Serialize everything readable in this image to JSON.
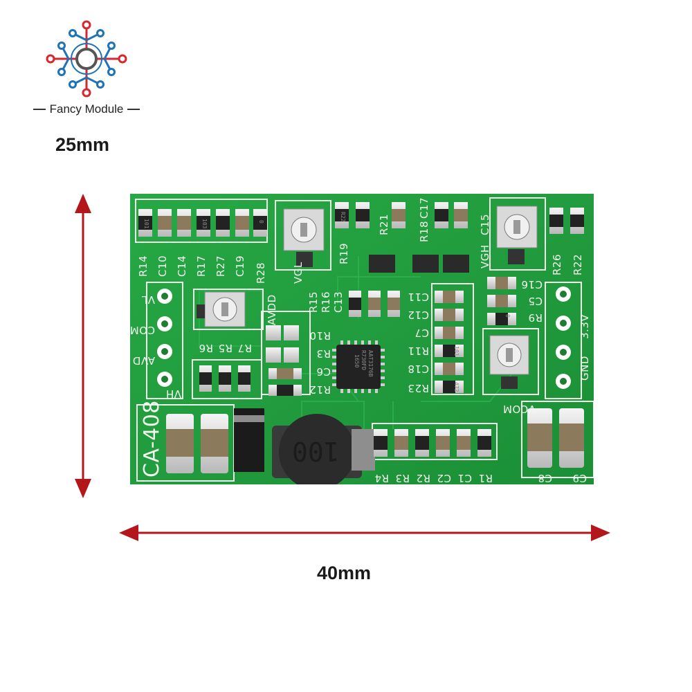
{
  "brand": {
    "name": "Fancy Module",
    "logo_icon": "circuit-node-logo-icon",
    "colors": {
      "red": "#d7262d",
      "blue": "#1e73b8"
    }
  },
  "dimensions": {
    "height_label": "25mm",
    "width_label": "40mm",
    "arrow_color": "#b3161b"
  },
  "board": {
    "id": "CA-408",
    "color": "#1f9a3b",
    "inductor_marking": "100",
    "ic_marking": [
      "AAT3176B",
      "R730FD",
      "1650"
    ],
    "left_header_labels": [
      "VL",
      "COM",
      "AVD",
      "VH"
    ],
    "right_header_labels": [
      "3.3V",
      "GND"
    ],
    "net_labels": {
      "avdd": "AVDD",
      "vgl": "VGL",
      "vgh": "VGH",
      "vcom": "VCOM"
    },
    "designators": {
      "top_row": [
        "R14",
        "C10",
        "C14",
        "R17",
        "R27",
        "C19",
        "R28"
      ],
      "top_mid": [
        "R19",
        "R21",
        "R18",
        "C17",
        "C15",
        "R26",
        "R22"
      ],
      "mid": [
        "R15",
        "R16",
        "C13",
        "C11",
        "C12",
        "C7",
        "R11",
        "C18",
        "R23",
        "C16",
        "C5",
        "R9"
      ],
      "left_mid": [
        "R6",
        "R5",
        "R7",
        "R10",
        "R3",
        "C6",
        "R12"
      ],
      "bottom": [
        "R4",
        "R3",
        "R2",
        "C2",
        "C1",
        "R1",
        "C8",
        "C9"
      ]
    },
    "smd_markings": [
      "101",
      "103",
      "0",
      "R22",
      "472",
      "101",
      "0"
    ]
  }
}
